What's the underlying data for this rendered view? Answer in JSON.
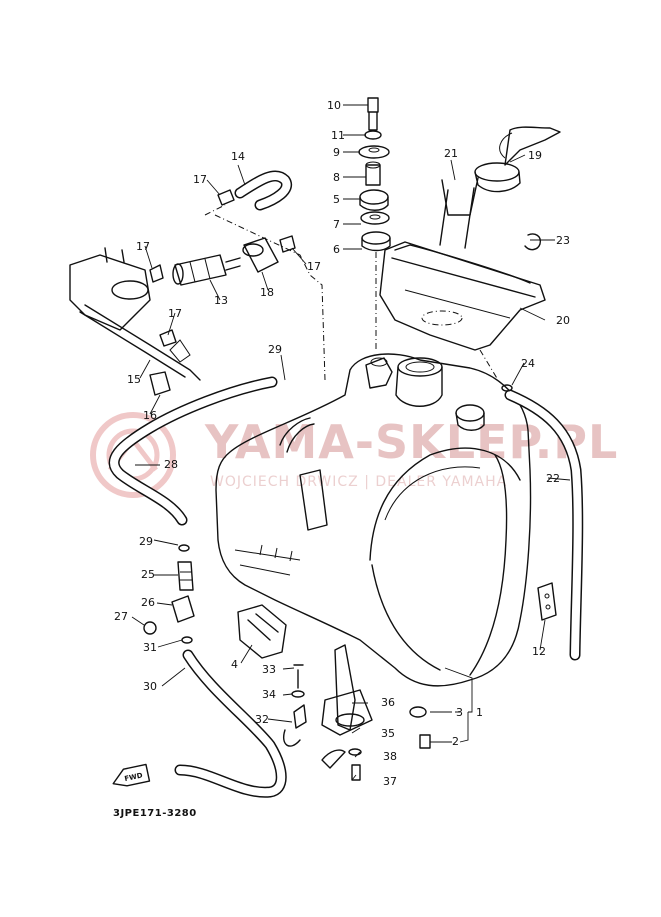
{
  "watermark": {
    "title": "YAMA-SKLEP.PL",
    "subtitle": "WOJCIECH DRWICZ | DEALER YAMAHA"
  },
  "diagram_code": "3JPE171-3280",
  "fwd_label": "FWD",
  "callouts": [
    {
      "n": "1"
    },
    {
      "n": "2"
    },
    {
      "n": "3"
    },
    {
      "n": "4"
    },
    {
      "n": "5"
    },
    {
      "n": "6"
    },
    {
      "n": "7"
    },
    {
      "n": "8"
    },
    {
      "n": "9"
    },
    {
      "n": "10"
    },
    {
      "n": "11"
    },
    {
      "n": "12"
    },
    {
      "n": "13"
    },
    {
      "n": "14"
    },
    {
      "n": "15"
    },
    {
      "n": "16"
    },
    {
      "n": "17"
    },
    {
      "n": "17"
    },
    {
      "n": "17"
    },
    {
      "n": "17"
    },
    {
      "n": "18"
    },
    {
      "n": "19"
    },
    {
      "n": "20"
    },
    {
      "n": "21"
    },
    {
      "n": "22"
    },
    {
      "n": "23"
    },
    {
      "n": "24"
    },
    {
      "n": "25"
    },
    {
      "n": "26"
    },
    {
      "n": "27"
    },
    {
      "n": "28"
    },
    {
      "n": "29"
    },
    {
      "n": "29"
    },
    {
      "n": "30"
    },
    {
      "n": "31"
    },
    {
      "n": "32"
    },
    {
      "n": "33"
    },
    {
      "n": "34"
    },
    {
      "n": "35"
    },
    {
      "n": "36"
    },
    {
      "n": "37"
    },
    {
      "n": "38"
    }
  ]
}
